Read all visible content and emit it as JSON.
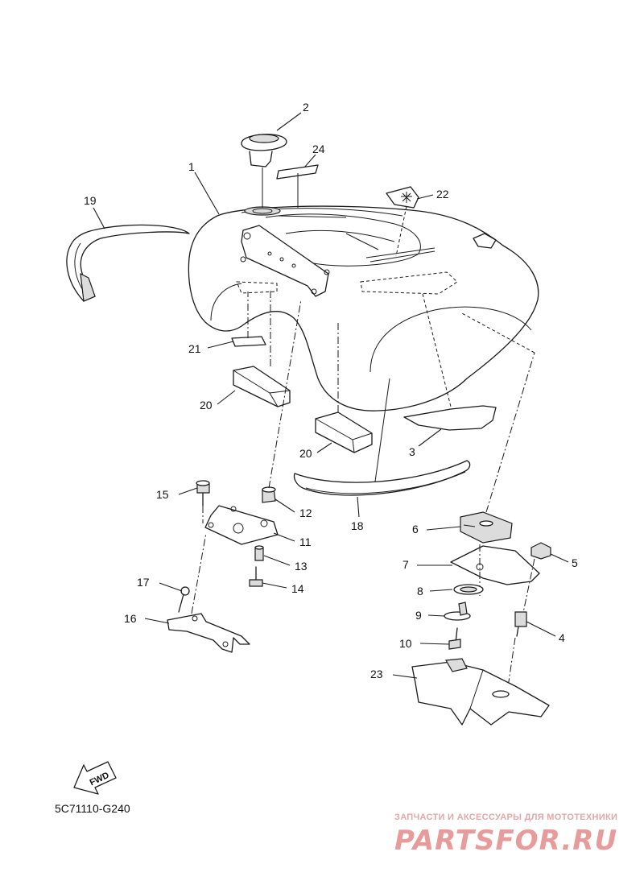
{
  "diagram_code": "5C71110-G240",
  "watermark": {
    "tagline": "ЗАПЧАСТИ И АКСЕССУАРЫ ДЛЯ МОТОТЕХНИКИ",
    "brand": "PARTSFOR.RU"
  },
  "fwd_label": "FWD",
  "callouts": {
    "c1": "1",
    "c2": "2",
    "c3": "3",
    "c4": "4",
    "c5": "5",
    "c6": "6",
    "c7": "7",
    "c8": "8",
    "c9": "9",
    "c10": "10",
    "c11": "11",
    "c12": "12",
    "c13": "13",
    "c14": "14",
    "c15": "15",
    "c16": "16",
    "c17": "17",
    "c18": "18",
    "c19": "19",
    "c20a": "20",
    "c20b": "20",
    "c21": "21",
    "c22": "22",
    "c23": "23",
    "c24": "24"
  }
}
